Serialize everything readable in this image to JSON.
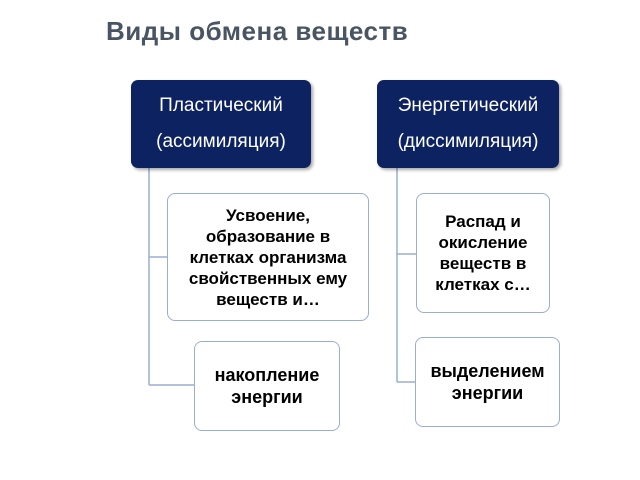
{
  "title": "Виды обмена веществ",
  "left": {
    "header_line1": "Пластический",
    "header_line2": "(ассимиляция)",
    "items": [
      "Усвоение, образование в клетках организма свойственных ему веществ и…",
      "накопление энергии"
    ]
  },
  "right": {
    "header_line1": "Энергетический",
    "header_line2": "(диссимиляция)",
    "items": [
      "Распад и окисление веществ в клетках с…",
      "выделением энергии"
    ]
  },
  "colors": {
    "header_bg": "#0d2260",
    "child_border": "#9aaed2",
    "connector": "#9aaed2",
    "title": "#4a5563"
  }
}
